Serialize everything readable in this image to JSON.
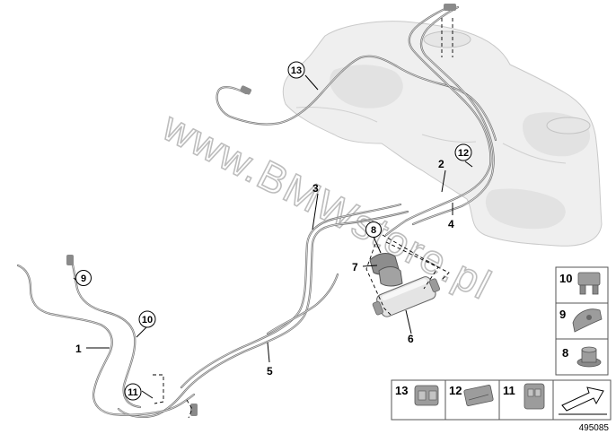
{
  "callouts": {
    "c1": "1",
    "c2": "2",
    "c3": "3",
    "c4": "4",
    "c5": "5",
    "c6": "6",
    "c7": "7",
    "c8": "8",
    "c9": "9",
    "c10": "10",
    "c11": "11",
    "c12": "12",
    "c13": "13"
  },
  "legend": {
    "l10": "10",
    "l9": "9",
    "l8": "8",
    "l13": "13",
    "l12": "12",
    "l11": "11"
  },
  "watermark": "www.BMWstore.pl",
  "diagram_id": "495085",
  "colors": {
    "pipe": "#6f6f6f",
    "tank": "#efefef",
    "watermark": "#bdbdbd"
  }
}
